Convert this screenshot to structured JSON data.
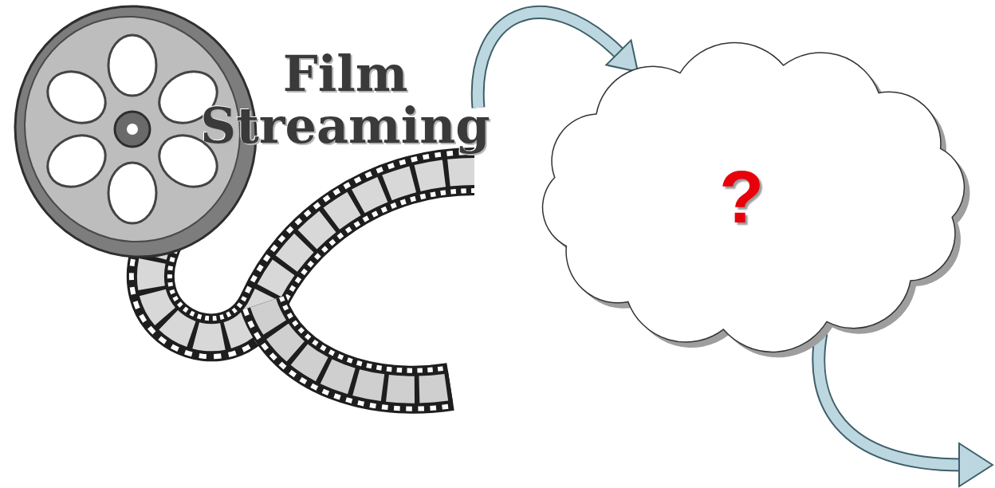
{
  "diagram": {
    "nodes": [
      {
        "text": [
          "Film Streaming"
        ]
      },
      {
        "text": [
          "?"
        ]
      }
    ],
    "edges": [
      {
        "from": 0,
        "to": 1,
        "arrow": "to"
      }
    ]
  }
}
